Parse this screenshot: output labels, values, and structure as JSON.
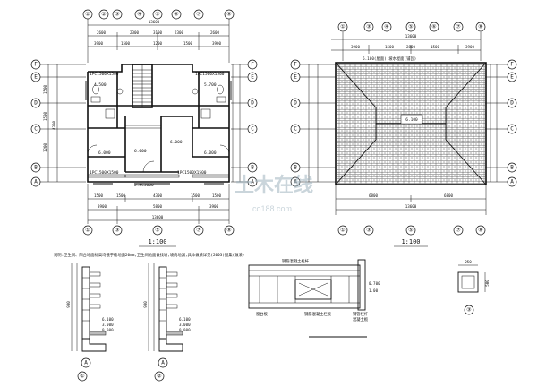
{
  "plans": {
    "floor": {
      "scale": "1:100",
      "col_axes": [
        "①",
        "③",
        "⑤",
        "⑦",
        "⑧"
      ],
      "row_axes": [
        "F",
        "E",
        "D",
        "C",
        "B",
        "A"
      ],
      "top_dims_outer": "13600",
      "top_dims_inner": [
        "3900",
        "1500",
        "1200",
        "1500",
        "3900"
      ],
      "top_dims_mid": [
        "2600",
        "2300",
        "3100",
        "2300",
        "2600"
      ],
      "bottom_dims_outer": "13600",
      "bottom_dims_mid": [
        "3900",
        "5800",
        "3900"
      ],
      "bottom_dims_inner": [
        "1500",
        "1500",
        "4300",
        "1500",
        "1500"
      ],
      "left_dims": [
        "1500",
        "1500",
        "1200",
        "4300"
      ],
      "room_labels": [
        "6.000",
        "6.000",
        "6.000",
        "6.000",
        "4.500",
        "5.700"
      ],
      "note_labels": [
        "1PC1500X1500",
        "1PC1500X1500",
        "1PC1500X1500",
        "1PC1500X1500",
        "2.5C3000"
      ]
    },
    "roof": {
      "scale": "1:100",
      "col_axes": [
        "①",
        "③",
        "⑤",
        "⑦",
        "⑧"
      ],
      "row_axes": [
        "F",
        "E",
        "D",
        "C",
        "B",
        "A"
      ],
      "top_dims_outer": "13600",
      "top_dims_inner": [
        "3900",
        "1500",
        "2800",
        "1500",
        "3900"
      ],
      "bottom_dims_outer": "13600",
      "bottom_dims_inner": [
        "6800",
        "6800"
      ],
      "note": "6.100(屋面) 坡水屋面(铺瓦)"
    }
  },
  "note_text": "说明:卫生间、阳台地面标高均低于楼地面20mm,卫生间地面做找坡,坡向地漏,具体做法详见(2003)图集(做法)",
  "details": {
    "d1": {
      "label": "①",
      "elev": [
        "6.100",
        "3.000",
        "0.000"
      ],
      "dims": [
        "150",
        "900"
      ]
    },
    "d2": {
      "label": "②",
      "elev": [
        "6.100",
        "3.000",
        "0.000"
      ],
      "dims": [
        "150",
        "900"
      ]
    },
    "elevation": {
      "labels": [
        "钢筋混凝土栏杆",
        "窗台板",
        "钢管栏杆",
        "混凝土板",
        "钢筋混凝土栏板"
      ],
      "dims": [
        "0.700",
        "1.00"
      ]
    },
    "d3": {
      "label": "③",
      "dims": [
        "250",
        "500"
      ]
    }
  },
  "watermark": {
    "main": "土木在线",
    "sub": "co188.com"
  }
}
